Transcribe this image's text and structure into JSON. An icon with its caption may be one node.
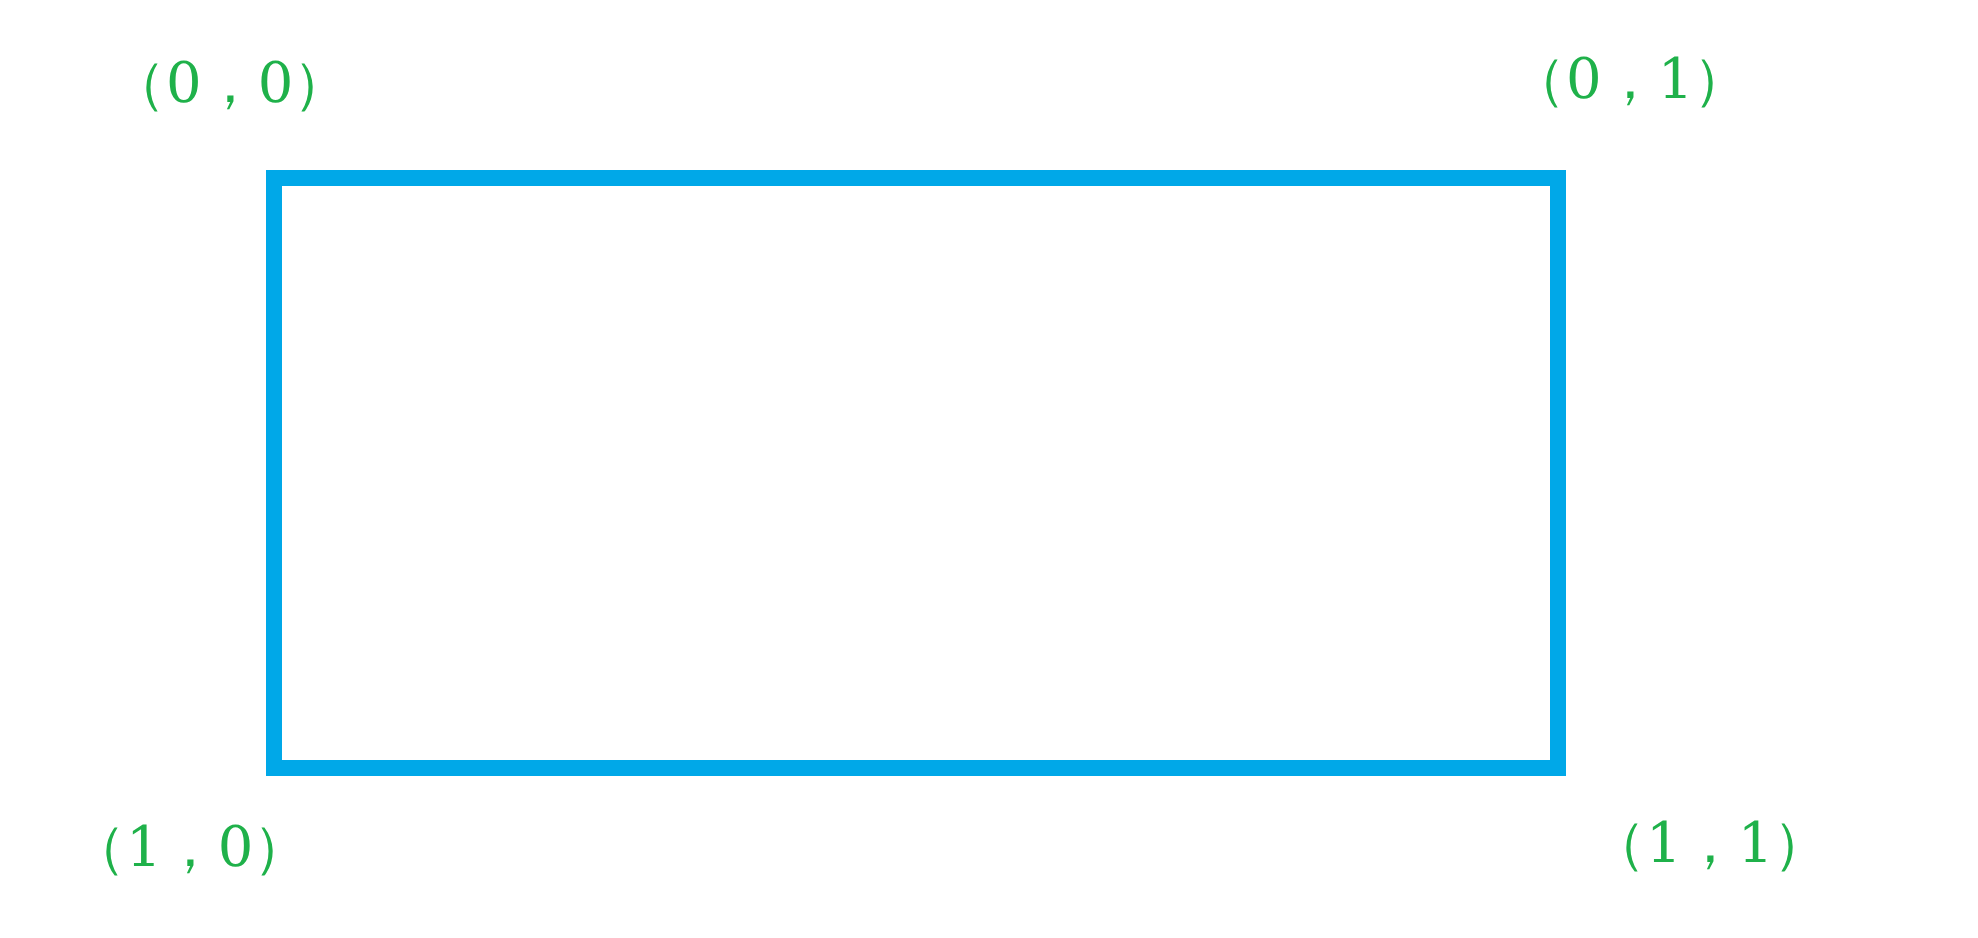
{
  "diagram": {
    "nodes": [
      {
        "text": [],
        "shape": "box"
      }
    ],
    "labels": [
      "（0，0）",
      "（0，1）",
      "（1，0）",
      "（1，1）"
    ]
  }
}
